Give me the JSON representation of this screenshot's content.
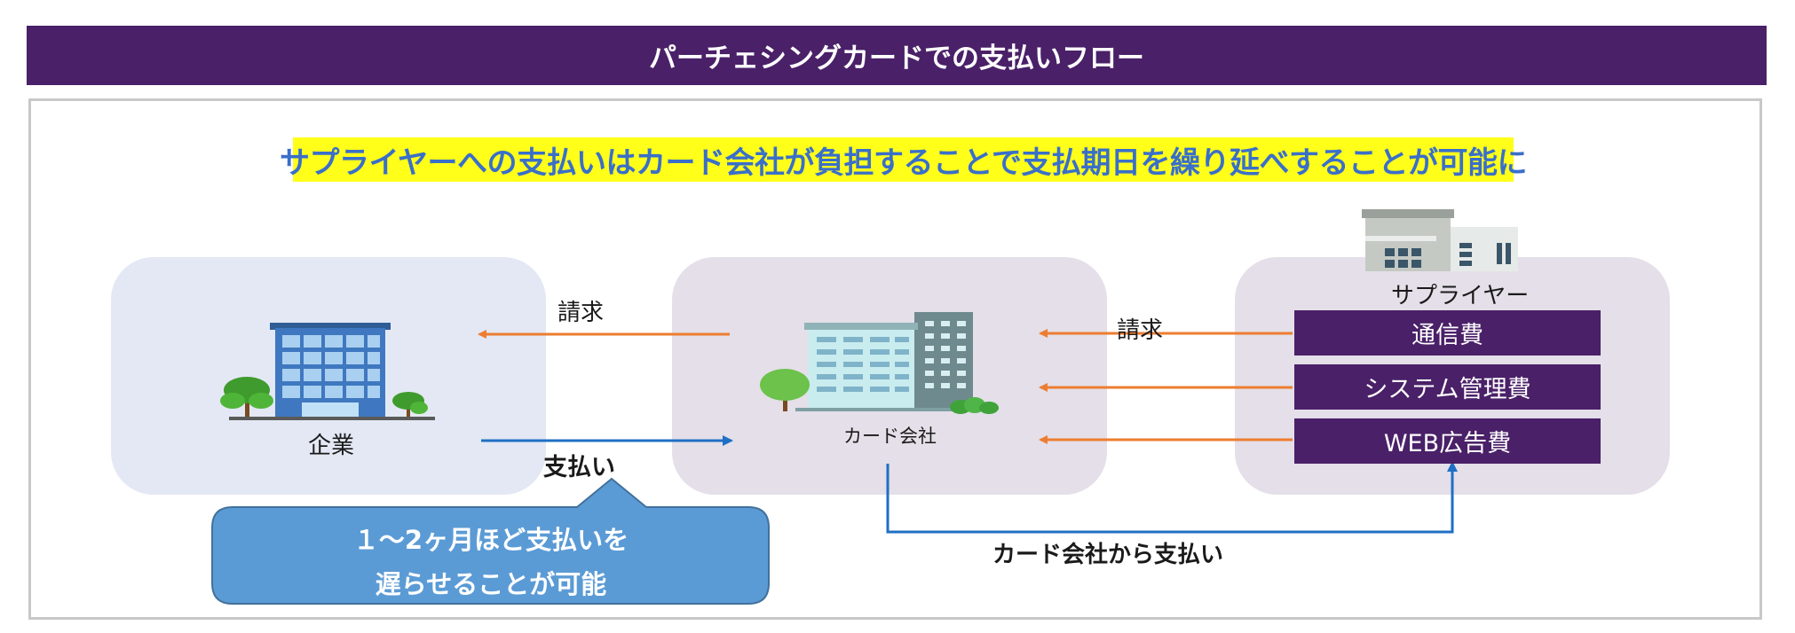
{
  "title": "パーチェシングカードでの支払いフロー",
  "headline": "サプライヤーへの支払いはカード会社が負担することで支払期日を繰り延べすることが可能に",
  "nodes": {
    "company": "企業",
    "card_company": "カード会社",
    "supplier": "サプライヤー"
  },
  "costs": [
    "通信費",
    "システム管理費",
    "WEB広告費"
  ],
  "arrows": {
    "invoice_to_company": "請求",
    "invoice_to_card": "請求",
    "payment": "支払い",
    "card_payment": "カード会社から支払い"
  },
  "callout": {
    "line1": "１～2ヶ月ほど支払いを",
    "line2": "遅らせることが可能"
  },
  "colors": {
    "title_bg": "#4a2068",
    "headline_text": "#3a6fc9",
    "headline_highlight": "#ffff1a",
    "invoice_arrow": "#ed7d31",
    "payment_arrow": "#1f6fc4",
    "callout": "#5b9bd5"
  }
}
